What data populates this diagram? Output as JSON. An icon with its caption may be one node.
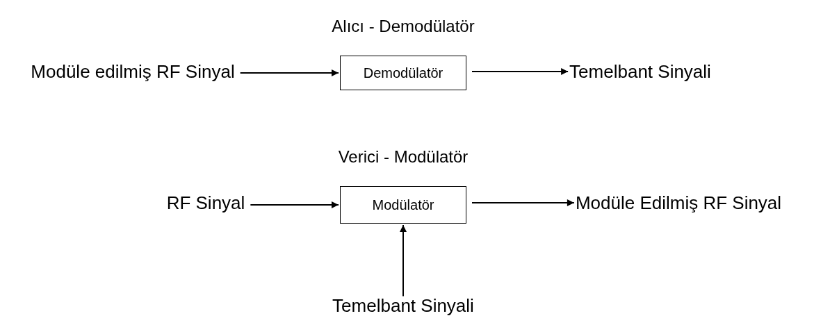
{
  "diagram": {
    "nodes": [
      {
        "text": [
          "Modüle edilmiş RF Sinyal"
        ]
      },
      {
        "text": [
          "Demodülatör"
        ]
      },
      {
        "text": [
          "Temelbant Sinyali"
        ]
      },
      {
        "text": [
          "RF Sinyal"
        ]
      },
      {
        "text": [
          "Modülatör"
        ]
      },
      {
        "text": [
          "Modüle Edilmiş RF Sinyal"
        ]
      },
      {
        "text": [
          "Temelbant Sinyali"
        ]
      }
    ],
    "edges": [
      {
        "from": 0,
        "to": 1,
        "arrow": "to"
      },
      {
        "from": 1,
        "to": 2,
        "arrow": "to"
      },
      {
        "from": 3,
        "to": 4,
        "arrow": "to"
      },
      {
        "from": 4,
        "to": 5,
        "arrow": "to"
      },
      {
        "from": 6,
        "to": 4,
        "arrow": "to"
      }
    ],
    "labels": [
      "Alıcı - Demodülatör",
      "Verici - Modülatör"
    ]
  }
}
